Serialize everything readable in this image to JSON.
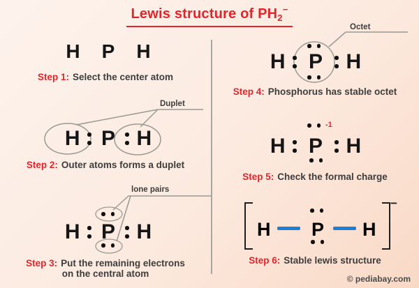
{
  "title": {
    "text": "Lewis structure of PH",
    "subscript": "2",
    "superscript": "−"
  },
  "colors": {
    "accent_red": "#e5232b",
    "text_dark": "#3d3d3d",
    "atom_black": "#151515",
    "bond_blue": "#1d7ed7",
    "annotation_gray": "#9a9a94",
    "background_top_left": "#fdf3ed",
    "background_bottom_right": "#f9d9c6"
  },
  "atoms": {
    "hydrogen": "H",
    "phosphorus": "P"
  },
  "annotations": {
    "duplet": "Duplet",
    "lone_pairs": "lone pairs",
    "octet": "Octet",
    "formal_charge": "-1",
    "ion_charge": "−"
  },
  "steps": [
    {
      "label": "Step 1:",
      "caption": "Select the center atom"
    },
    {
      "label": "Step 2:",
      "caption": "Outer atoms forms a duplet"
    },
    {
      "label": "Step 3:",
      "caption": "Put the remaining electrons",
      "caption_line2": "on the central atom"
    },
    {
      "label": "Step 4:",
      "caption": "Phosphorus has stable octet"
    },
    {
      "label": "Step 5:",
      "caption": "Check the formal charge"
    },
    {
      "label": "Step 6:",
      "caption": "Stable lewis structure"
    }
  ],
  "footer": {
    "copyright": "© pediabay.com"
  }
}
